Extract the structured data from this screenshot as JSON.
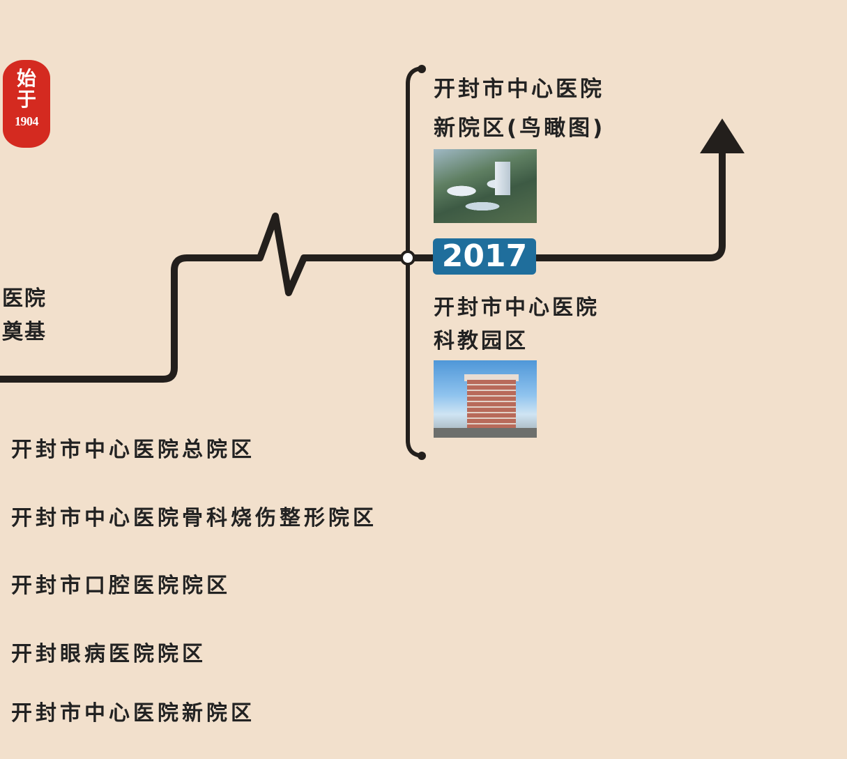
{
  "seal": {
    "char1": "始",
    "char2": "于",
    "year": "1904"
  },
  "left_fragment": {
    "line1": "医院",
    "line2": "奠基"
  },
  "timeline": {
    "year": "2017",
    "line_color": "#231f1c",
    "badge_color": "#1f6e9c"
  },
  "top_branch": {
    "line1": "开封市中心医院",
    "line2": "新院区(鸟瞰图)",
    "photo_icon": "hospital-aerial-photo"
  },
  "bottom_branch": {
    "line1": "开封市中心医院",
    "line2": "科教园区",
    "photo_icon": "hospital-building-photo"
  },
  "campuses": [
    "开封市中心医院总院区",
    "开封市中心医院骨科烧伤整形院区",
    "开封市口腔医院院区",
    "开封眼病医院院区",
    "开封市中心医院新院区"
  ],
  "seal_color": "#d42a20",
  "background_color": "#f2e0cc"
}
